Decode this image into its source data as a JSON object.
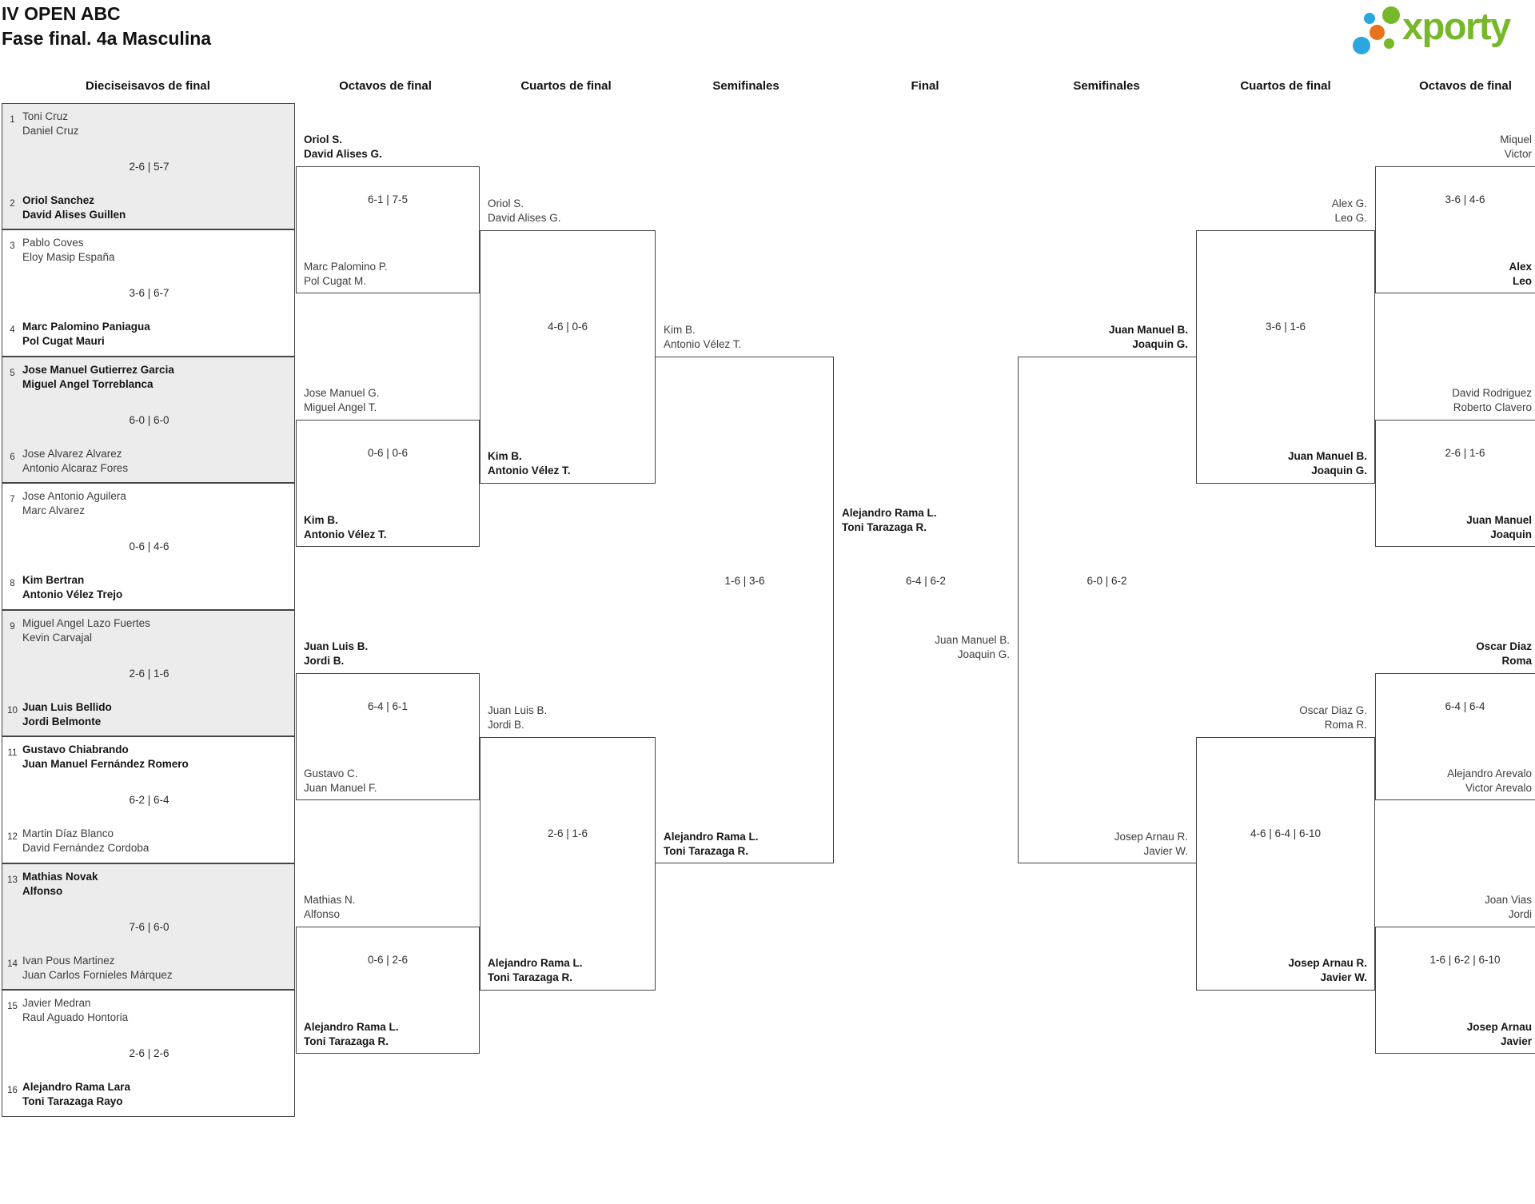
{
  "title": {
    "line1": "IV OPEN ABC",
    "line2": "Fase final. 4a Masculina"
  },
  "logo": {
    "text": "xporty"
  },
  "colors": {
    "accent_green": "#76b82a",
    "logo_orange": "#e8721c",
    "logo_blue": "#2aa7de",
    "row_gray": "#ececec",
    "line_gray": "#454545"
  },
  "round_headers": [
    "Dieciseisavos de final",
    "Octavos de final",
    "Cuartos de final",
    "Semifinales",
    "Final",
    "Semifinales",
    "Cuartos de final",
    "Octavos de final"
  ],
  "r16": [
    {
      "seed1": "1",
      "team1": {
        "line1": "Toni Cruz",
        "line2": "Daniel Cruz",
        "winner": false
      },
      "score": "2-6 | 5-7",
      "seed2": "2",
      "team2": {
        "line1": "Oriol Sanchez",
        "line2": "David Alises Guillen",
        "winner": true
      }
    },
    {
      "seed1": "3",
      "team1": {
        "line1": "Pablo Coves",
        "line2": "Eloy Masip España",
        "winner": false
      },
      "score": "3-6 | 6-7",
      "seed2": "4",
      "team2": {
        "line1": "Marc Palomino Paniagua",
        "line2": "Pol Cugat Mauri",
        "winner": true
      }
    },
    {
      "seed1": "5",
      "team1": {
        "line1": "Jose Manuel Gutierrez Garcia",
        "line2": "Miguel Angel Torreblanca",
        "winner": true
      },
      "score": "6-0 | 6-0",
      "seed2": "6",
      "team2": {
        "line1": "Jose Alvarez Alvarez",
        "line2": "Antonio Alcaraz Fores",
        "winner": false
      }
    },
    {
      "seed1": "7",
      "team1": {
        "line1": "Jose Antonio Aguilera",
        "line2": "Marc Alvarez",
        "winner": false
      },
      "score": "0-6 | 4-6",
      "seed2": "8",
      "team2": {
        "line1": "Kim Bertran",
        "line2": "Antonio Vélez Trejo",
        "winner": true
      }
    },
    {
      "seed1": "9",
      "team1": {
        "line1": "Miguel Angel Lazo Fuertes",
        "line2": "Kevin Carvajal",
        "winner": false
      },
      "score": "2-6 | 1-6",
      "seed2": "10",
      "team2": {
        "line1": "Juan Luis Bellido",
        "line2": "Jordi Belmonte",
        "winner": true
      }
    },
    {
      "seed1": "11",
      "team1": {
        "line1": "Gustavo Chiabrando",
        "line2": "Juan Manuel Fernández Romero",
        "winner": true
      },
      "score": "6-2 | 6-4",
      "seed2": "12",
      "team2": {
        "line1": "Martin Díaz Blanco",
        "line2": "David Fernández Cordoba",
        "winner": false
      }
    },
    {
      "seed1": "13",
      "team1": {
        "line1": "Mathias Novak",
        "line2": "Alfonso",
        "winner": true
      },
      "score": "7-6 | 6-0",
      "seed2": "14",
      "team2": {
        "line1": "Ivan Pous Martinez",
        "line2": "Juan Carlos Fornieles Márquez",
        "winner": false
      }
    },
    {
      "seed1": "15",
      "team1": {
        "line1": "Javier Medran",
        "line2": "Raul Aguado Hontoria",
        "winner": false
      },
      "score": "2-6 | 2-6",
      "seed2": "16",
      "team2": {
        "line1": "Alejandro Rama Lara",
        "line2": "Toni Tarazaga Rayo",
        "winner": true
      }
    }
  ],
  "octavos_left": [
    {
      "team1": {
        "line1": "Oriol S.",
        "line2": "David Alises G.",
        "winner": true
      },
      "score": "6-1 | 7-5",
      "team2": {
        "line1": "Marc Palomino P.",
        "line2": "Pol Cugat M.",
        "winner": false
      }
    },
    {
      "team1": {
        "line1": "Jose Manuel G.",
        "line2": "Miguel Angel T.",
        "winner": false
      },
      "score": "0-6 | 0-6",
      "team2": {
        "line1": "Kim B.",
        "line2": "Antonio Vélez T.",
        "winner": true
      }
    },
    {
      "team1": {
        "line1": "Juan Luis B.",
        "line2": "Jordi B.",
        "winner": true
      },
      "score": "6-4 | 6-1",
      "team2": {
        "line1": "Gustavo C.",
        "line2": "Juan Manuel F.",
        "winner": false
      }
    },
    {
      "team1": {
        "line1": "Mathias N.",
        "line2": "Alfonso",
        "winner": false
      },
      "score": "0-6 | 2-6",
      "team2": {
        "line1": "Alejandro Rama L.",
        "line2": "Toni Tarazaga R.",
        "winner": true
      }
    }
  ],
  "cuartos_left": [
    {
      "team1": {
        "line1": "Oriol S.",
        "line2": "David Alises G.",
        "winner": false
      },
      "score": "4-6 | 0-6",
      "team2": {
        "line1": "Kim B.",
        "line2": "Antonio Vélez T.",
        "winner": true
      }
    },
    {
      "team1": {
        "line1": "Juan Luis B.",
        "line2": "Jordi B.",
        "winner": false
      },
      "score": "2-6 | 1-6",
      "team2": {
        "line1": "Alejandro Rama L.",
        "line2": "Toni Tarazaga R.",
        "winner": true
      }
    }
  ],
  "semifinal_left": {
    "team1": {
      "line1": "Kim B.",
      "line2": "Antonio Vélez T.",
      "winner": false
    },
    "score": "1-6 | 3-6",
    "team2": {
      "line1": "Alejandro Rama L.",
      "line2": "Toni Tarazaga R.",
      "winner": true
    }
  },
  "final": {
    "team1": {
      "line1": "Alejandro Rama L.",
      "line2": "Toni Tarazaga R.",
      "winner": true
    },
    "score": "6-4 | 6-2",
    "team2": {
      "line1": "Juan Manuel B.",
      "line2": "Joaquin G.",
      "winner": false
    }
  },
  "semifinal_right": {
    "team1": {
      "line1": "Juan Manuel B.",
      "line2": "Joaquin G.",
      "winner": true
    },
    "score": "6-0 | 6-2",
    "team2": {
      "line1": "Josep Arnau R.",
      "line2": "Javier W.",
      "winner": false
    }
  },
  "cuartos_right": [
    {
      "team1": {
        "line1": "Alex G.",
        "line2": "Leo G.",
        "winner": false
      },
      "score": "3-6 | 1-6",
      "team2": {
        "line1": "Juan Manuel B.",
        "line2": "Joaquin G.",
        "winner": true
      }
    },
    {
      "team1": {
        "line1": "Oscar Diaz G.",
        "line2": "Roma R.",
        "winner": false
      },
      "score": "4-6 | 6-4 | 6-10",
      "team2": {
        "line1": "Josep Arnau R.",
        "line2": "Javier W.",
        "winner": true
      }
    }
  ],
  "octavos_right": [
    {
      "team1": {
        "line1": "Miquel",
        "line2": "Victor",
        "winner": false
      },
      "score": "3-6 | 4-6",
      "team2": {
        "line1": "Alex",
        "line2": "Leo",
        "winner": true
      }
    },
    {
      "team1": {
        "line1": "David Rodriguez",
        "line2": "Roberto Clavero",
        "winner": false
      },
      "score": "2-6 | 1-6",
      "team2": {
        "line1": "Juan Manuel",
        "line2": "Joaquin",
        "winner": true
      }
    },
    {
      "team1": {
        "line1": "Oscar Diaz",
        "line2": "Roma",
        "winner": true
      },
      "score": "6-4 | 6-4",
      "team2": {
        "line1": "Alejandro Arevalo",
        "line2": "Victor Arevalo",
        "winner": false
      }
    },
    {
      "team1": {
        "line1": "Joan Vias",
        "line2": "Jordi",
        "winner": false
      },
      "score": "1-6 | 6-2 | 6-10",
      "team2": {
        "line1": "Josep Arnau",
        "line2": "Javier",
        "winner": true
      }
    }
  ]
}
